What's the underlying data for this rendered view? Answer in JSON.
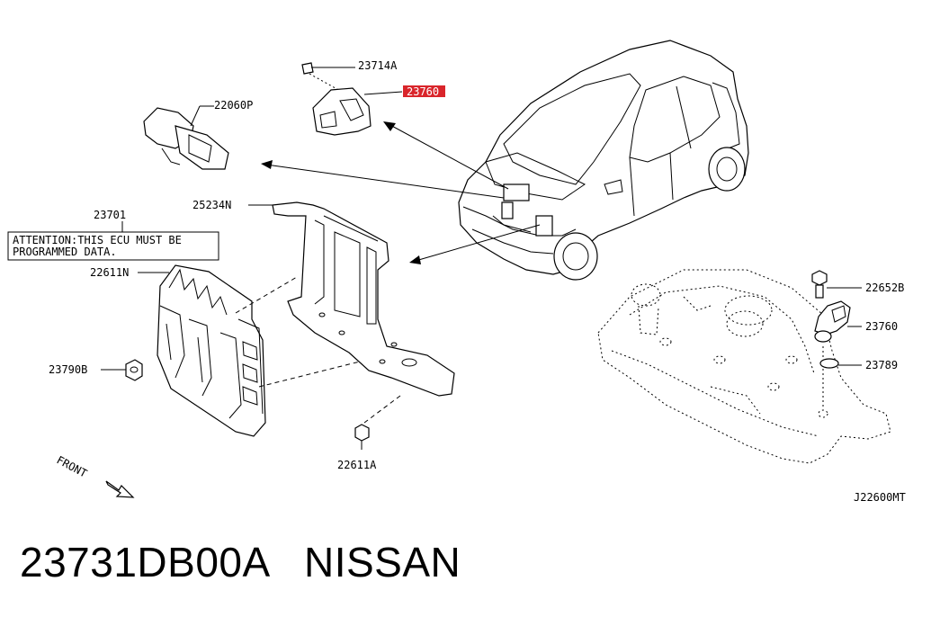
{
  "labels": {
    "p23714A": "23714A",
    "p23760_highlighted": "23760",
    "p22060P": "22060P",
    "p25234N": "25234N",
    "p23701": "23701",
    "attention_line1": "ATTENTION:THIS ECU MUST BE",
    "attention_line2": "PROGRAMMED DATA.",
    "p22611N": "22611N",
    "p23790B": "23790B",
    "p22611A": "22611A",
    "front": "FRONT",
    "p22652B": "22652B",
    "p23760": "23760",
    "p23789": "23789",
    "diagram_code": "J22600MT"
  },
  "caption": {
    "part_number": "23731DB00A",
    "brand": "NISSAN"
  },
  "colors": {
    "highlight": "#d9252b",
    "ink": "#000000",
    "background": "#ffffff"
  }
}
